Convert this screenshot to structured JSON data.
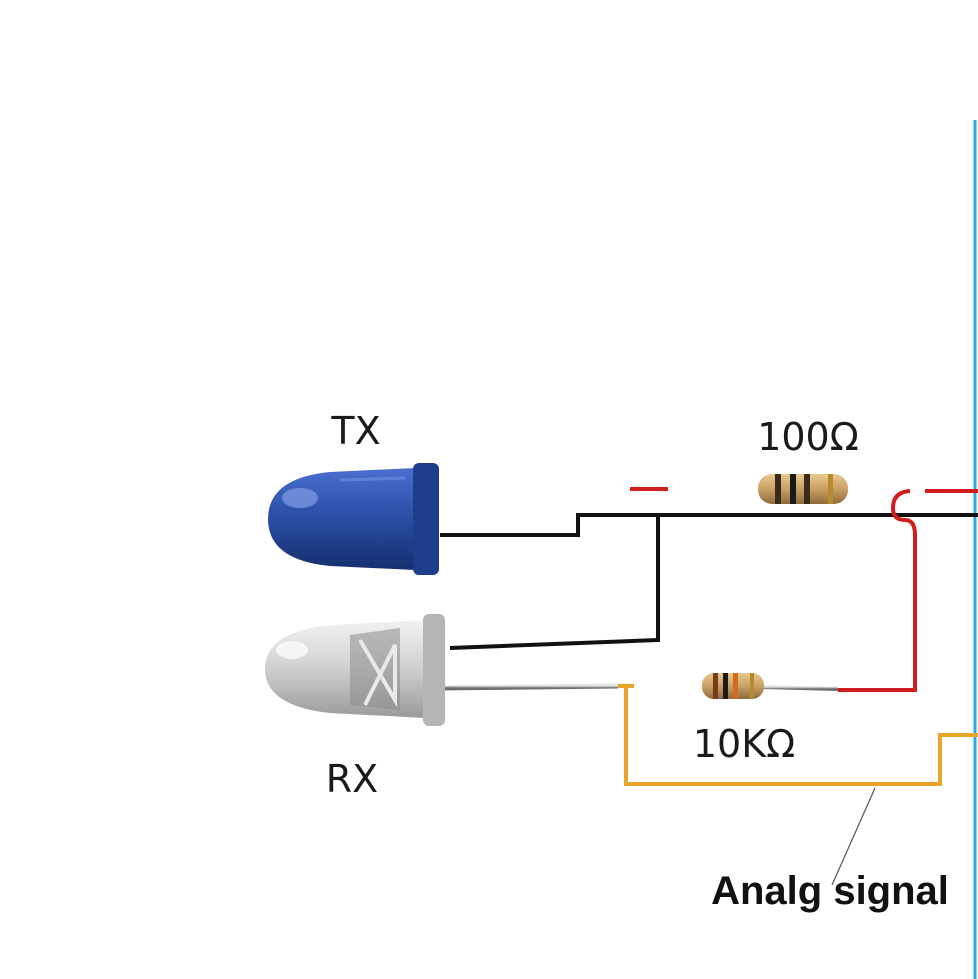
{
  "labels": {
    "tx": "TX",
    "rx": "RX",
    "r_tx": "100Ω",
    "r_rx": "10KΩ",
    "signal": "Analg signal"
  },
  "components": {
    "tx_led": {
      "color": "#2a4fa8",
      "icon": "blue-led-icon"
    },
    "rx_led": {
      "color": "#d9d9d9",
      "icon": "clear-photodiode-icon"
    },
    "resistor_100": {
      "icon": "resistor-icon"
    },
    "resistor_10k": {
      "icon": "resistor-icon"
    }
  },
  "wires": {
    "supply_color": "#d11f1f",
    "ground_color": "#111111",
    "signal_color": "#e8a52a",
    "module_edge_color": "#2aa7e6"
  }
}
